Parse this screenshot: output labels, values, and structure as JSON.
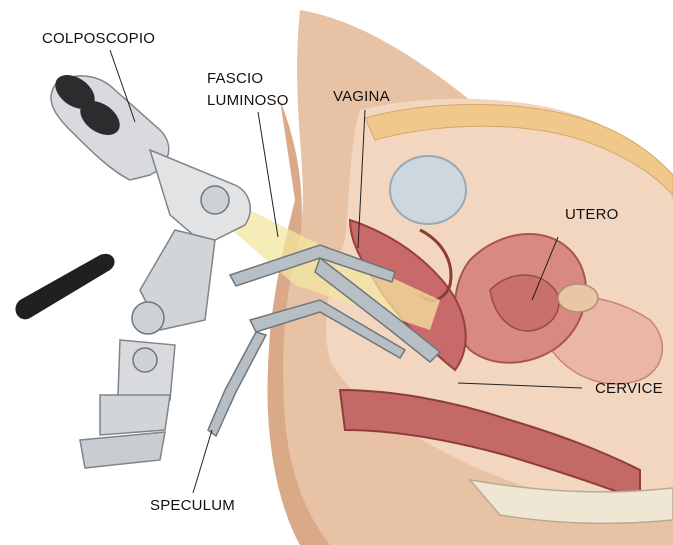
{
  "labels": {
    "colposcope": "COLPOSCOPIO",
    "light_beam_line1": "FASCIO",
    "light_beam_line2": "LUMINOSO",
    "vagina": "VAGINA",
    "uterus": "UTERO",
    "cervix": "CERVICE",
    "speculum": "SPECULUM"
  }
}
